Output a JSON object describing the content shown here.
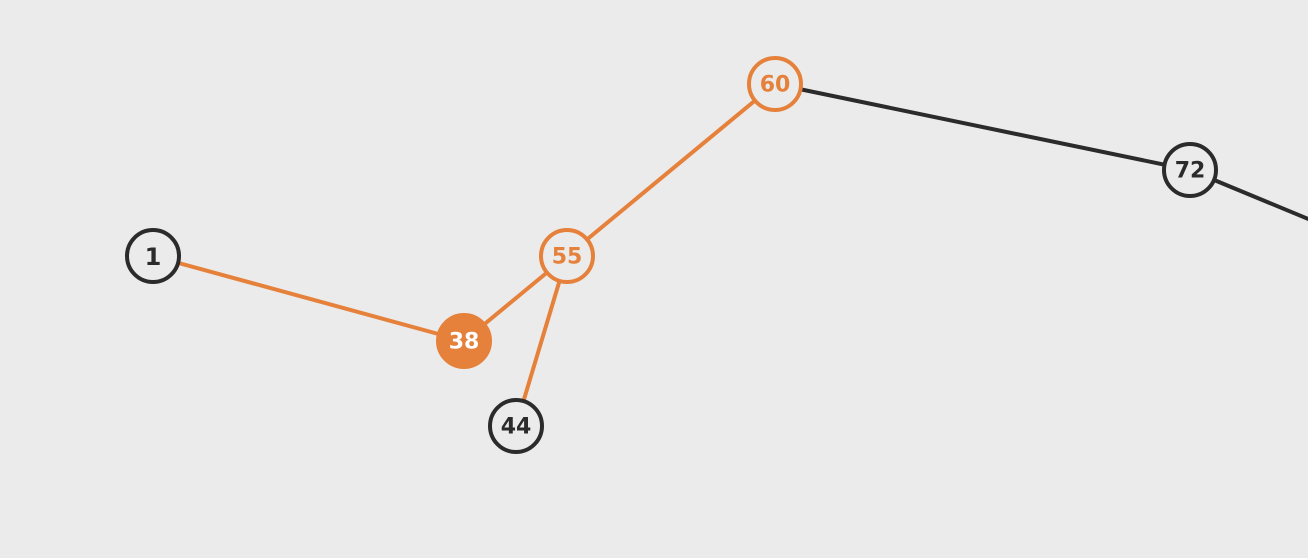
{
  "colors": {
    "background": "#ebebeb",
    "highlight": "#e5813a",
    "default": "#2b2b2b",
    "node_fill": "#ebebeb",
    "selected_label": "#ffffff"
  },
  "diagram": {
    "type": "binary-search-tree",
    "nodes": [
      {
        "id": "n60",
        "label": "60",
        "state": "path"
      },
      {
        "id": "n72",
        "label": "72",
        "state": "default"
      },
      {
        "id": "n55",
        "label": "55",
        "state": "path"
      },
      {
        "id": "n38",
        "label": "38",
        "state": "selected"
      },
      {
        "id": "n44",
        "label": "44",
        "state": "default"
      },
      {
        "id": "n1",
        "label": "1",
        "state": "default"
      }
    ],
    "edges": [
      {
        "from": "n60",
        "to": "n72",
        "state": "default"
      },
      {
        "from": "n72",
        "to": "offscreen-right",
        "state": "default"
      },
      {
        "from": "n60",
        "to": "n55",
        "state": "path"
      },
      {
        "from": "n55",
        "to": "n38",
        "state": "path"
      },
      {
        "from": "n55",
        "to": "n44",
        "state": "path"
      },
      {
        "from": "n38",
        "to": "n1",
        "state": "path"
      }
    ]
  }
}
